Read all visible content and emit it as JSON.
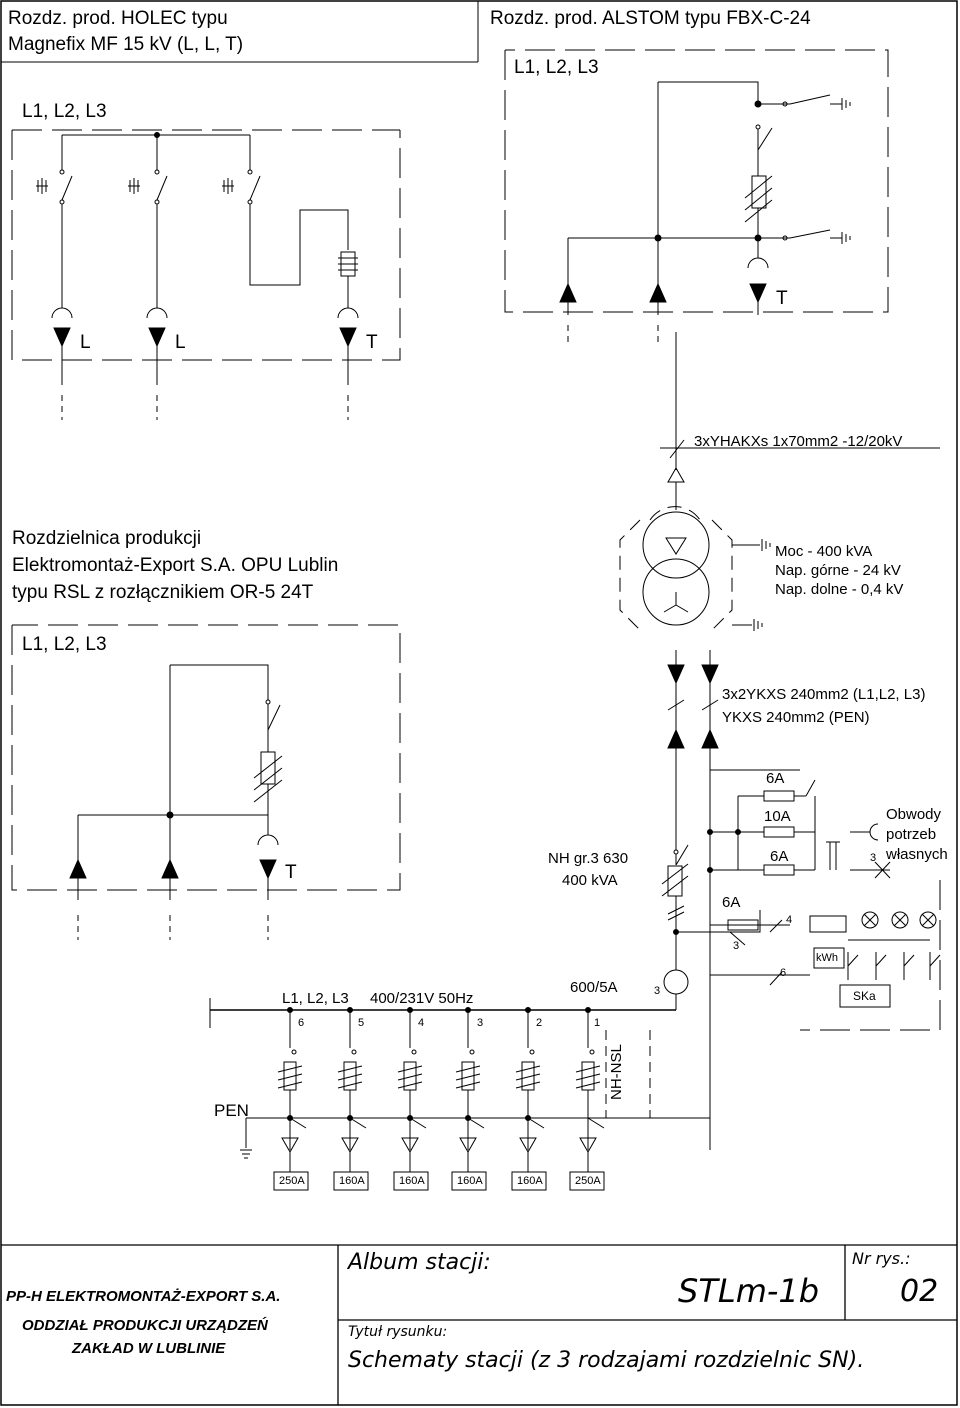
{
  "top_left": {
    "title_line1": "Rozdz. prod. HOLEC typu",
    "title_line2": "Magnefix MF 15 kV (L, L, T)",
    "phases": "L1, L2, L3",
    "labels": [
      "L",
      "L",
      "T"
    ]
  },
  "top_right": {
    "title": "Rozdz. prod. ALSTOM typu FBX-C-24",
    "phases": "L1, L2, L3",
    "label": "T"
  },
  "cable_hv": "3xYHAKXs 1x70mm2 -12/20kV",
  "mid_left": {
    "title_line1": "Rozdzielnica produkcji",
    "title_line2": "Elektromontaż-Export S.A. OPU Lublin",
    "title_line3": "typu RSL z rozłącznikiem OR-5 24T",
    "phases": "L1, L2, L3",
    "label": "T"
  },
  "transformer": {
    "line1": "Moc - 400 kVA",
    "line2": "Nap. górne - 24 kV",
    "line3": "Nap. dolne - 0,4 kV"
  },
  "cable_lv_line1": "3x2YKXS 240mm2 (L1,L2, L3)",
  "cable_lv_line2": "YKXS 240mm2 (PEN)",
  "lv": {
    "fuse_label_1": "NH gr.3 630",
    "fuse_label_2": "400 kVA",
    "fuses": {
      "f1": "6A",
      "f2": "10A",
      "f3": "6A",
      "f4": "6A"
    },
    "aux_label_1": "Obwody",
    "aux_label_2": "potrzeb",
    "aux_label_3": "własnych",
    "num_3a": "3",
    "num_4": "4",
    "num_3b": "3",
    "num_6": "6",
    "num_3c": "3",
    "kwh": "kWh",
    "ska": "SKa",
    "ct": "600/5A",
    "busbar": "L1, L2, L3",
    "voltage": "400/231V 50Hz",
    "feeder_numbers": [
      "6",
      "5",
      "4",
      "3",
      "2",
      "1"
    ],
    "nh_nsl": "NH-NSL",
    "pen": "PEN",
    "feeder_ratings": [
      "250A",
      "160A",
      "160A",
      "160A",
      "160A",
      "250A"
    ]
  },
  "title_block": {
    "company": "PP-H  ELEKTROMONTAŻ-EXPORT  S.A.",
    "dept_line1": "ODDZIAŁ  PRODUKCJI  URZĄDZEŃ",
    "dept_line2": "ZAKŁAD  W  LUBLINIE",
    "album_label": "Album  stacji:",
    "album_value": "STLm-1b",
    "nr_label": "Nr  rys.:",
    "nr_value": "02",
    "title_label": "Tytuł  rysunku:",
    "title_value": "Schematy  stacji  (z  3  rodzajami  rozdzielnic  SN)."
  }
}
